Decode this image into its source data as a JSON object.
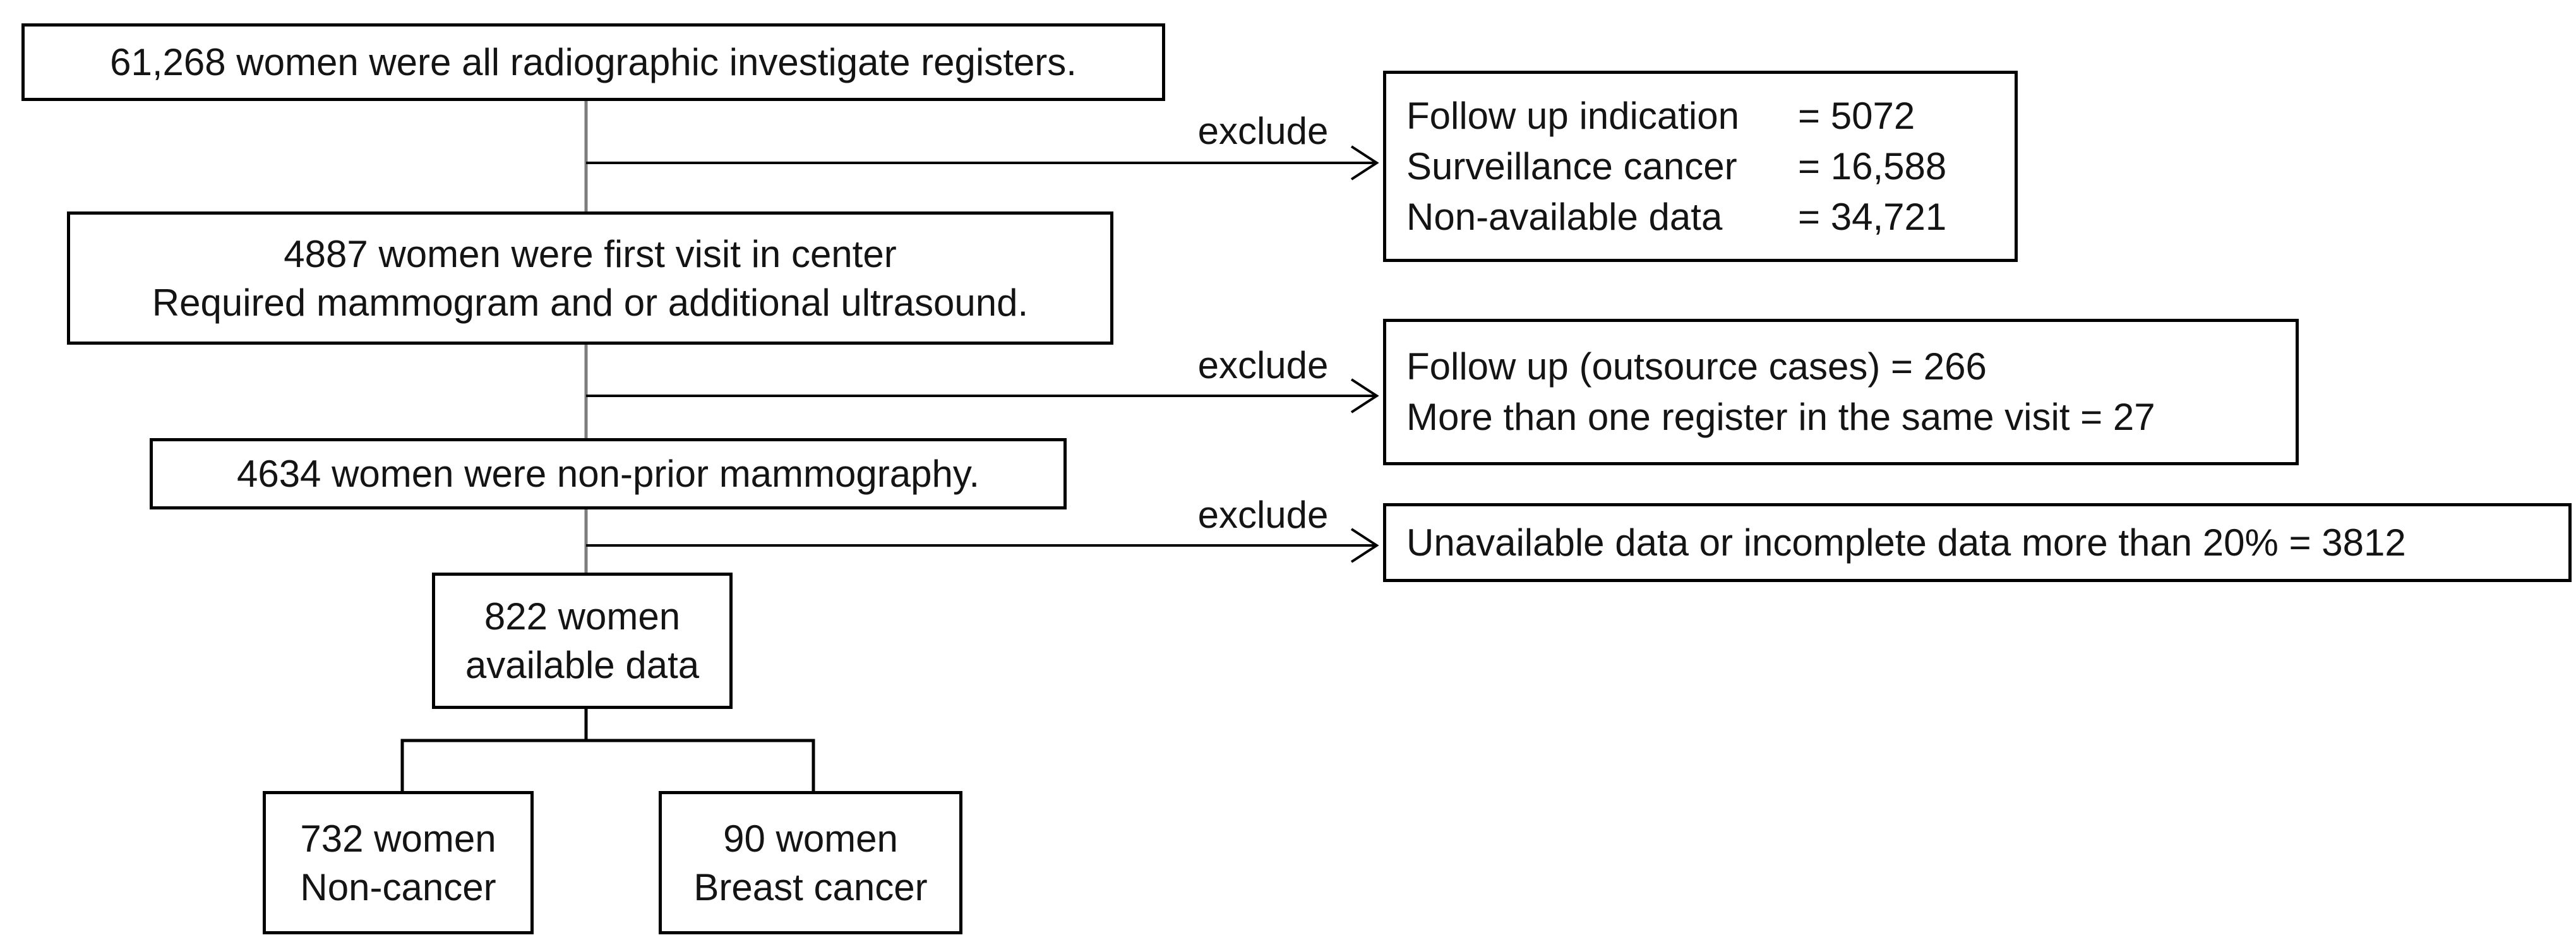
{
  "canvas": {
    "background": "#ffffff",
    "box_border_color": "#000000",
    "spine_connector_color": "#7d7d7d",
    "arrow_color": "#000000",
    "text_color": "#141414"
  },
  "flow": {
    "nodes": {
      "total": {
        "text": "61,268 women were all radiographic investigate registers."
      },
      "first_visit": {
        "line1": "4887 women were first visit in center",
        "line2": "Required mammogram and or additional ultrasound."
      },
      "non_prior": {
        "text": "4634 women were non-prior mammography."
      },
      "available": {
        "line1": "822 women",
        "line2": "available data"
      },
      "non_cancer": {
        "line1": "732 women",
        "line2": "Non-cancer"
      },
      "breast_cancer": {
        "line1": "90 women",
        "line2": "Breast cancer"
      }
    },
    "exclusions": {
      "first": {
        "label": "exclude",
        "rows": [
          {
            "name": "Follow up indication",
            "value": "= 5072"
          },
          {
            "name": "Surveillance cancer",
            "value": "= 16,588"
          },
          {
            "name": "Non-available data",
            "value": "= 34,721"
          }
        ]
      },
      "second": {
        "label": "exclude",
        "line1": "Follow up (outsource cases) = 266",
        "line2": "More than one register in the same visit = 27"
      },
      "third": {
        "label": "exclude",
        "line1": "Unavailable data or incomplete data more than 20% = 3812"
      }
    }
  }
}
